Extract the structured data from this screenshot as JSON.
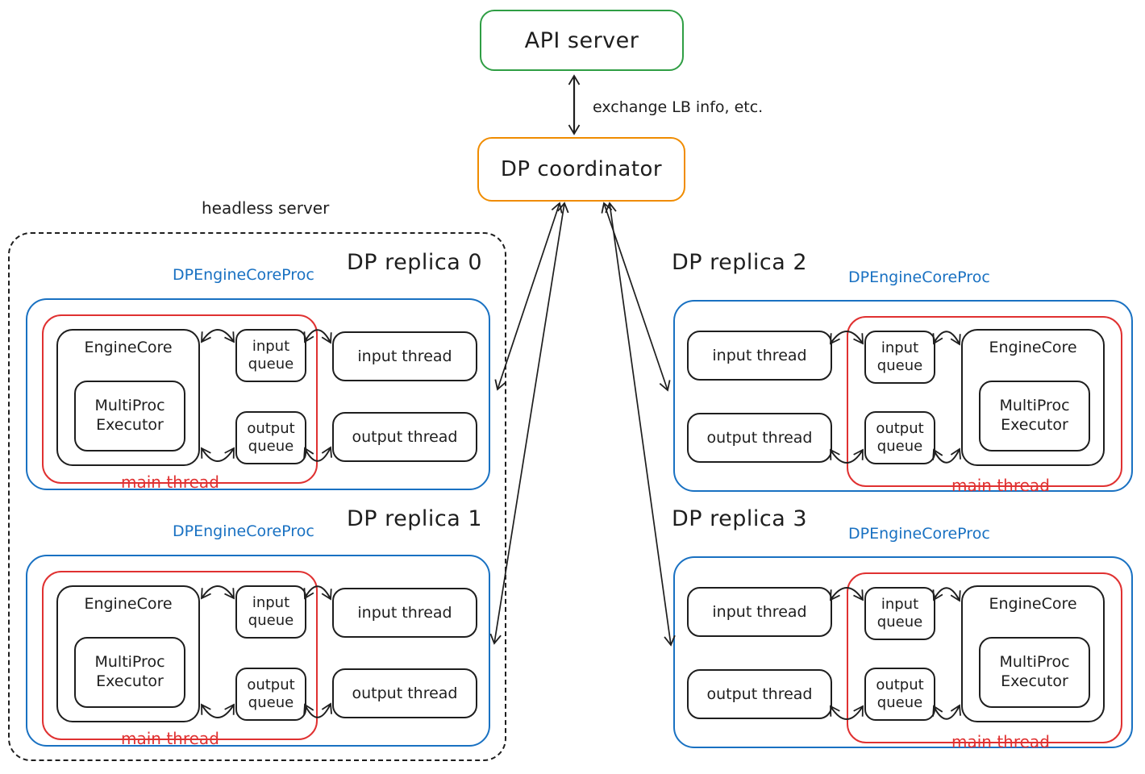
{
  "colors": {
    "ink": "#1e1e1e",
    "green": "#2f9e44",
    "orange": "#f08c00",
    "blue": "#1971c2",
    "red": "#e03131"
  },
  "top": {
    "api_server_label": "API server",
    "coordinator_label": "DP coordinator",
    "link_label": "exchange LB info, etc."
  },
  "headless_server_label": "headless server",
  "labels": {
    "proc": "DPEngineCoreProc",
    "main_thread": "main thread",
    "engine_core": "EngineCore",
    "executor": "MultiProc Executor",
    "input_queue": "input queue",
    "output_queue": "output queue",
    "input_thread": "input thread",
    "output_thread": "output thread"
  },
  "replicas": [
    {
      "title": "DP replica 0"
    },
    {
      "title": "DP replica 1"
    },
    {
      "title": "DP replica 2"
    },
    {
      "title": "DP replica 3"
    }
  ]
}
